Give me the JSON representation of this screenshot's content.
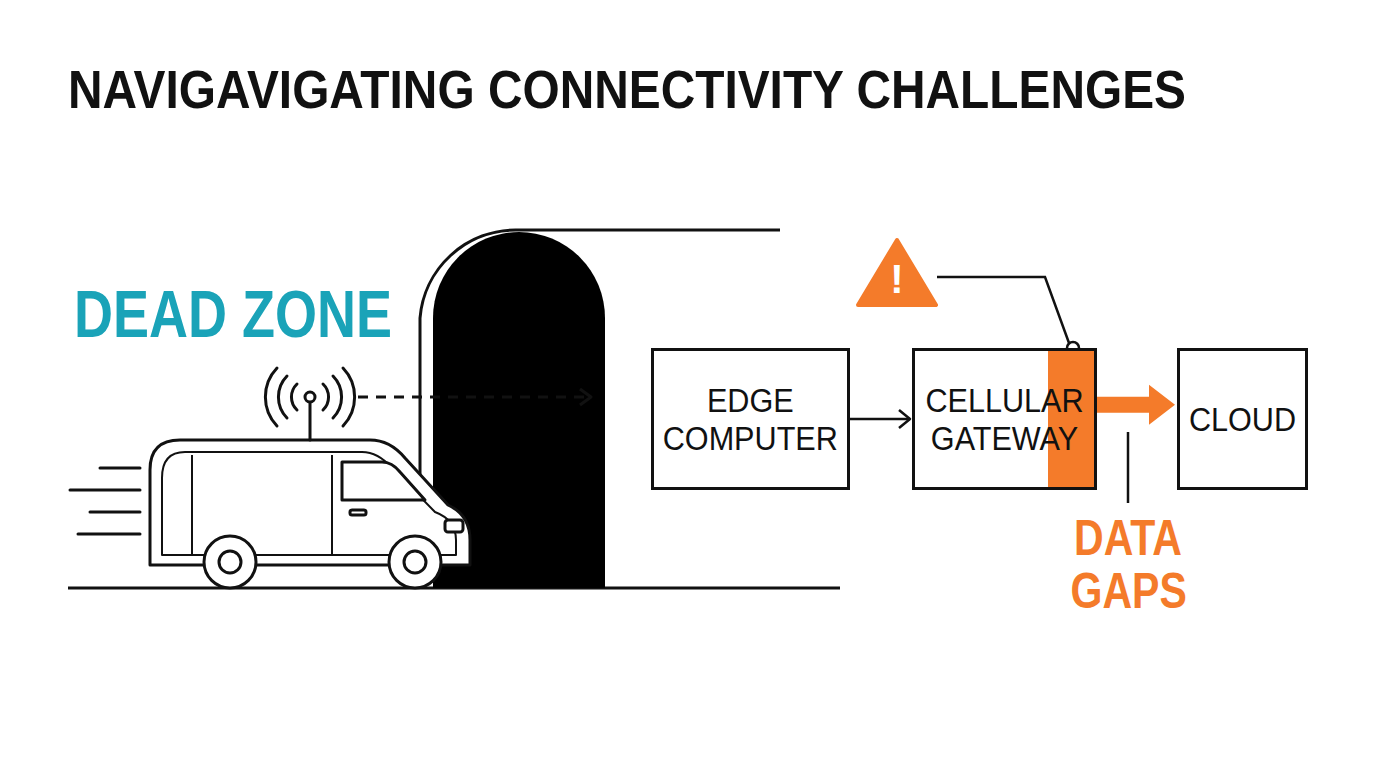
{
  "diagram": {
    "title": "NAVIGAVIGATING CONNECTIVITY CHALLENGES",
    "nodes": [
      {
        "text": [
          "EDGE COMPUTER"
        ]
      },
      {
        "text": [
          "CELLULAR GATEWAY"
        ]
      },
      {
        "text": [
          "CLOUD"
        ]
      }
    ],
    "edges": [
      {
        "from": 0,
        "to": 1,
        "arrow": "to"
      },
      {
        "from": 1,
        "to": 2,
        "arrow": "to"
      }
    ],
    "labels": [
      "DEAD ZONE",
      "!",
      "DATA GAPS"
    ]
  }
}
